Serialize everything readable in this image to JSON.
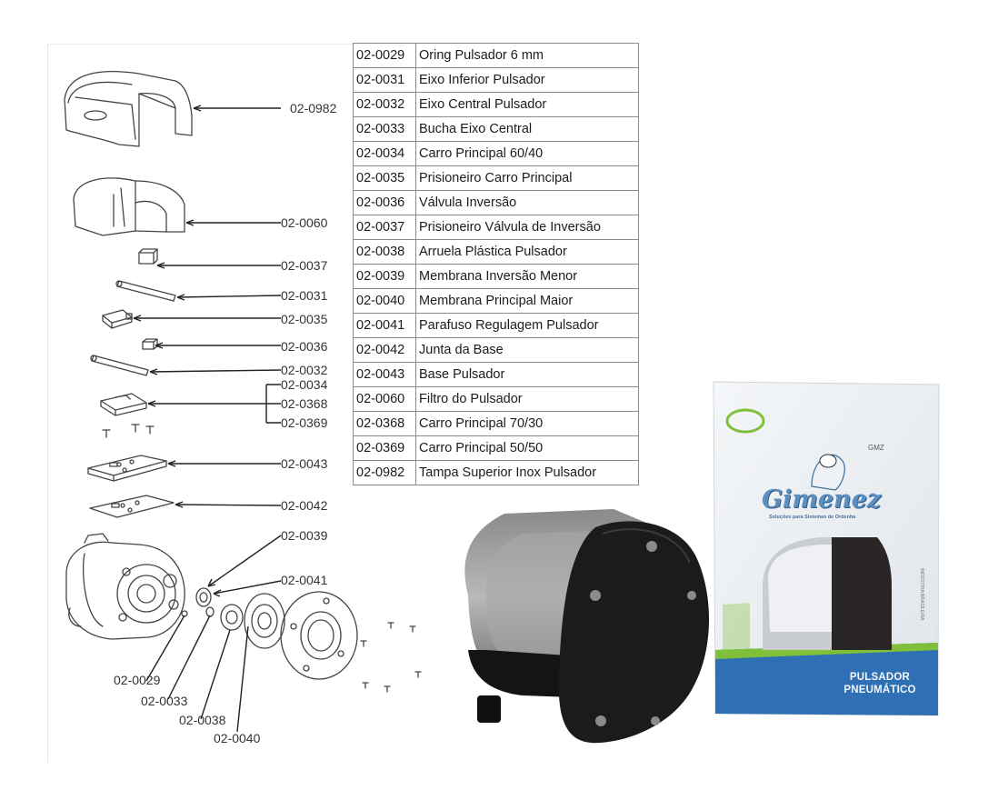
{
  "parts_table": {
    "rows": [
      {
        "code": "02-0029",
        "description": "Oring Pulsador 6 mm"
      },
      {
        "code": "02-0031",
        "description": "Eixo Inferior Pulsador"
      },
      {
        "code": "02-0032",
        "description": "Eixo Central Pulsador"
      },
      {
        "code": "02-0033",
        "description": "Bucha Eixo Central"
      },
      {
        "code": "02-0034",
        "description": "Carro Principal 60/40"
      },
      {
        "code": "02-0035",
        "description": "Prisioneiro Carro Principal"
      },
      {
        "code": "02-0036",
        "description": "Válvula Inversão"
      },
      {
        "code": "02-0037",
        "description": "Prisioneiro Válvula de Inversão"
      },
      {
        "code": "02-0038",
        "description": "Arruela Plástica Pulsador"
      },
      {
        "code": "02-0039",
        "description": "Membrana Inversão Menor"
      },
      {
        "code": "02-0040",
        "description": "Membrana Principal Maior"
      },
      {
        "code": "02-0041",
        "description": "Parafuso Regulagem Pulsador"
      },
      {
        "code": "02-0042",
        "description": "Junta da Base"
      },
      {
        "code": "02-0043",
        "description": "Base Pulsador"
      },
      {
        "code": "02-0060",
        "description": "Filtro do Pulsador"
      },
      {
        "code": "02-0368",
        "description": "Carro Principal 70/30"
      },
      {
        "code": "02-0369",
        "description": "Carro Principal 50/50"
      },
      {
        "code": "02-0982",
        "description": "Tampa Superior Inox Pulsador"
      }
    ]
  },
  "diagram": {
    "callouts": {
      "c0982": "02-0982",
      "c0060": "02-0060",
      "c0037": "02-0037",
      "c0031": "02-0031",
      "c0035": "02-0035",
      "c0036": "02-0036",
      "c0032": "02-0032",
      "c0034": "02-0034",
      "c0368": "02-0368",
      "c0369": "02-0369",
      "c0043": "02-0043",
      "c0042": "02-0042",
      "c0039": "02-0039",
      "c0041": "02-0041",
      "c0029": "02-0029",
      "c0033": "02-0033",
      "c0038": "02-0038",
      "c0040": "02-0040"
    }
  },
  "product_box": {
    "brand": "Gimenez",
    "brand_subtitle": "Soluções para Sistemas de Ordenha",
    "model_code": "GMZ",
    "title_line1": "PULSADOR",
    "title_line2": "PNEUMÁTICO",
    "colors": {
      "box_blue": "#2f6fb3",
      "accent_green": "#7fbf3a",
      "pulsator_black": "#1b1b1b"
    }
  }
}
